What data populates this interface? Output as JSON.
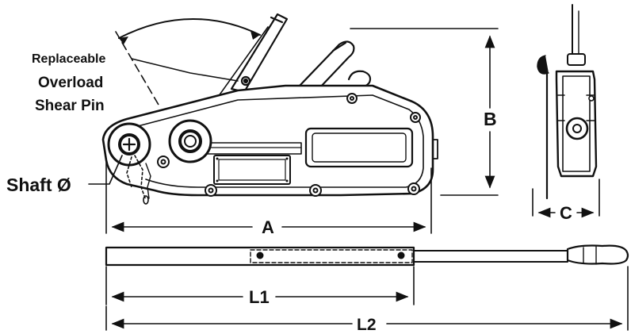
{
  "callouts": {
    "shear_pin": [
      "Replaceable",
      "Overload",
      "Shear Pin"
    ],
    "shaft": "Shaft Ø"
  },
  "dimensions": {
    "a": "A",
    "b": "B",
    "c": "C",
    "l1": "L1",
    "l2": "L2"
  },
  "colors": {
    "ink": "#111111",
    "background": "#ffffff"
  }
}
